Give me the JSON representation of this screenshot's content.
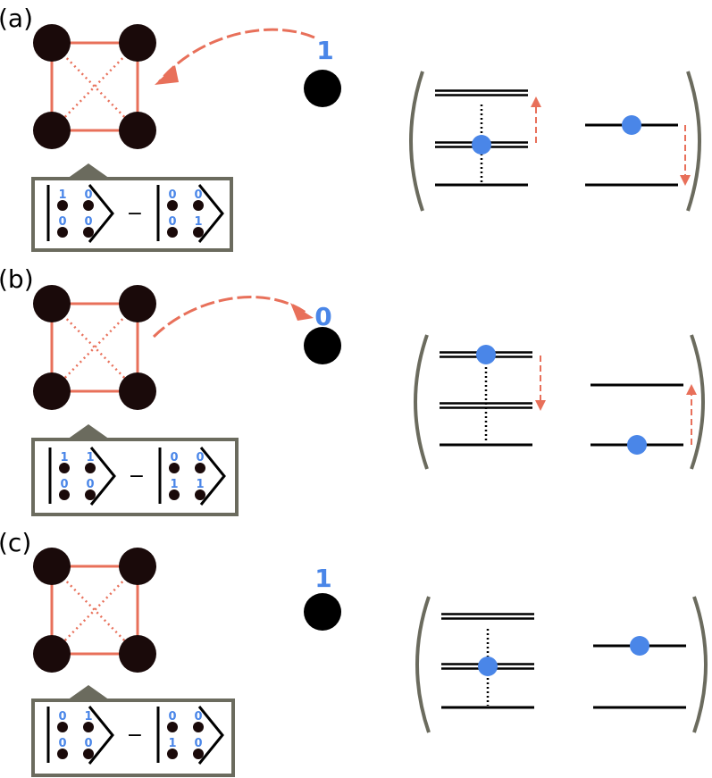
{
  "colors": {
    "node": "#1a0a0a",
    "edge": "#e8705a",
    "qubit_dot": "#4a86e8",
    "frame": "#6b6b5e",
    "bracket": "#6b6b5e",
    "level_line": "#000000",
    "bit_text": "#4a86e8",
    "background": "#ffffff"
  },
  "panels": [
    {
      "label": "(a)",
      "ancilla_value": "1",
      "arrow_direction": "to-plaquette",
      "ket_left_bits": [
        "1",
        "0",
        "0",
        "0"
      ],
      "ket_right_bits": [
        "0",
        "0",
        "0",
        "1"
      ],
      "minus_sign": "−",
      "left_spectrum": {
        "electron_level": "middle",
        "arrow": "up"
      },
      "right_spectrum": {
        "electron_level": "upper",
        "arrow": "down"
      }
    },
    {
      "label": "(b)",
      "ancilla_value": "0",
      "arrow_direction": "to-ancilla",
      "ket_left_bits": [
        "1",
        "1",
        "0",
        "0"
      ],
      "ket_right_bits": [
        "0",
        "0",
        "1",
        "1"
      ],
      "minus_sign": "−",
      "left_spectrum": {
        "electron_level": "upper",
        "arrow": "down"
      },
      "right_spectrum": {
        "electron_level": "lower",
        "arrow": "up"
      }
    },
    {
      "label": "(c)",
      "ancilla_value": "1",
      "arrow_direction": "none",
      "ket_left_bits": [
        "0",
        "1",
        "0",
        "0"
      ],
      "ket_right_bits": [
        "0",
        "0",
        "1",
        "0"
      ],
      "minus_sign": "−",
      "left_spectrum": {
        "electron_level": "middle",
        "arrow": "none"
      },
      "right_spectrum": {
        "electron_level": "upper",
        "arrow": "none"
      }
    }
  ]
}
